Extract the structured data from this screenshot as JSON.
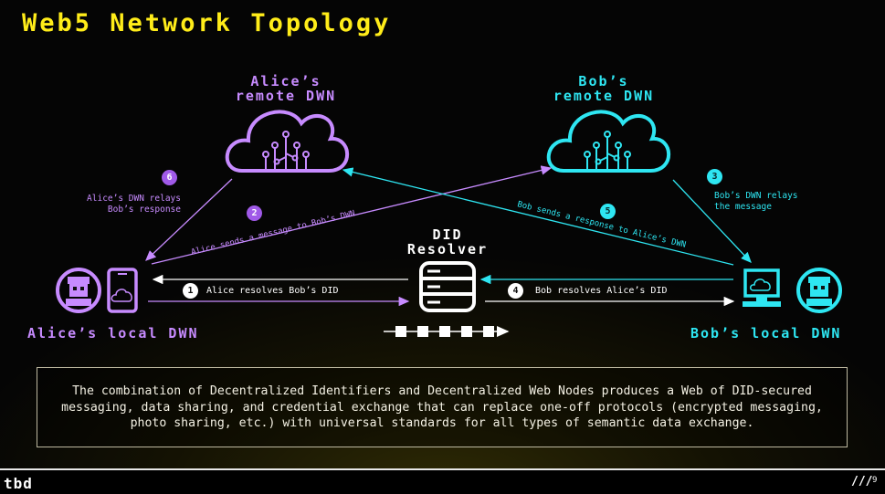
{
  "title": "Web5 Network Topology",
  "nodes": {
    "alice_remote": "Alice’s\nremote DWN",
    "bob_remote": "Bob’s\nremote DWN",
    "did_resolver": "DID\nResolver",
    "alice_local": "Alice’s local DWN",
    "bob_local": "Bob’s local DWN"
  },
  "steps": [
    {
      "number": "1",
      "text": "Alice resolves Bob’s DID"
    },
    {
      "number": "2",
      "text": "Alice sends a message to Bob’s DWN"
    },
    {
      "number": "3",
      "text": "Bob’s DWN relays\nthe message"
    },
    {
      "number": "4",
      "text": "Bob resolves Alice’s DID"
    },
    {
      "number": "5",
      "text": "Bob sends a response to Alice’s DWN"
    },
    {
      "number": "6",
      "text": "Alice’s DWN relays\nBob’s response"
    }
  ],
  "description": "The combination of Decentralized Identifiers and Decentralized Web Nodes produces a Web of DID-secured messaging, data sharing, and credential exchange that can replace one-off protocols (encrypted messaging, photo sharing, etc.) with universal standards for all types of semantic data exchange.",
  "footer": {
    "logo": "tbd",
    "slashes": "///",
    "page_number": "9"
  },
  "colors": {
    "title": "#ffec19",
    "alice": "#c78bff",
    "bob": "#2ee6f2",
    "resolver": "#ffffff"
  },
  "icons": {
    "alice_cloud": "cloud-network-icon",
    "bob_cloud": "cloud-network-icon",
    "resolver": "database-icon",
    "alice_avatar": "person-avatar-icon",
    "alice_device": "phone-icon",
    "bob_device": "computer-icon",
    "bob_avatar": "person-avatar-icon"
  }
}
